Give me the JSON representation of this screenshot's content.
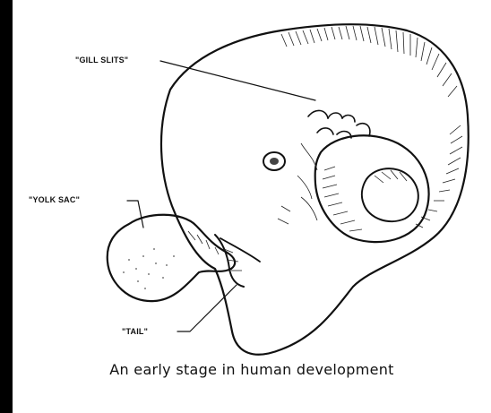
{
  "labels": {
    "gill_slits": "\"GILL SLITS\"",
    "yolk_sac": "\"YOLK SAC\"",
    "tail": "\"TAIL\""
  },
  "caption": "An early stage in human development",
  "colors": {
    "background": "#000000",
    "panel": "#ffffff",
    "ink": "#111111"
  }
}
